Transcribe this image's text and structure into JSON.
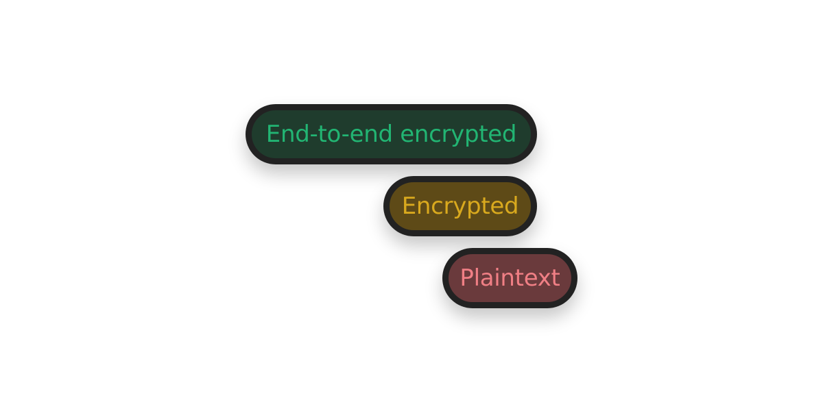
{
  "badges": [
    {
      "label": "End-to-end encrypted",
      "background": "#1f3c2d",
      "text_color": "#22b573"
    },
    {
      "label": "Encrypted",
      "background": "#5e4a17",
      "text_color": "#d9a91e"
    },
    {
      "label": "Plaintext",
      "background": "#6a3a3c",
      "text_color": "#f07f85"
    }
  ],
  "colors": {
    "border": "#222222",
    "page_background": "#ffffff"
  }
}
